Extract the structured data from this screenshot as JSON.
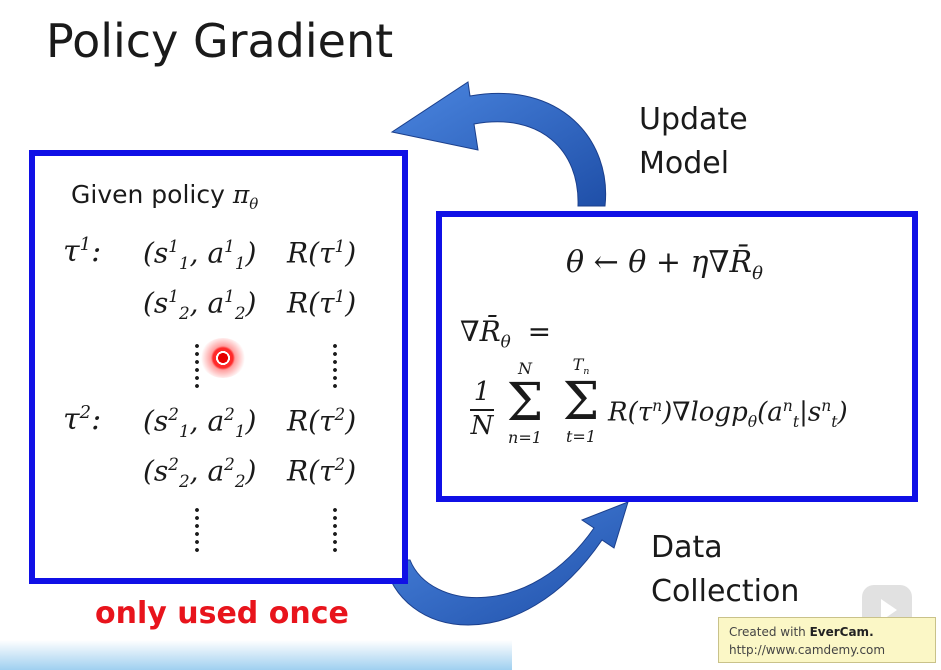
{
  "title": "Policy Gradient",
  "left_box": {
    "given": "Given policy",
    "given_symbol": "π",
    "given_sub": "θ",
    "rows": [
      {
        "traj": "τ",
        "traj_sup": "1",
        "s_sup": "1",
        "s_sub": "1",
        "a_sup": "1",
        "a_sub": "1",
        "r": "R(τ",
        "r_sup": "1"
      },
      {
        "traj": "",
        "traj_sup": "",
        "s_sup": "1",
        "s_sub": "2",
        "a_sup": "1",
        "a_sub": "2",
        "r": "R(τ",
        "r_sup": "1"
      },
      {
        "traj": "τ",
        "traj_sup": "2",
        "s_sup": "2",
        "s_sub": "1",
        "a_sup": "2",
        "a_sub": "1",
        "r": "R(τ",
        "r_sup": "2"
      },
      {
        "traj": "",
        "traj_sup": "",
        "s_sup": "2",
        "s_sub": "2",
        "a_sup": "2",
        "a_sub": "2",
        "r": "R(τ",
        "r_sup": "2"
      }
    ]
  },
  "right_box": {
    "update_rule": "θ ← θ + η∇",
    "rbar": "R̄",
    "rbar_sub": "θ",
    "grad_lhs": "∇",
    "equals": "=",
    "frac_num": "1",
    "frac_den": "N",
    "sum1_top": "N",
    "sum1_bottom": "n=1",
    "sum2_top": "T",
    "sum2_top_sub": "n",
    "sum2_bottom": "t=1",
    "summand": "R(τ",
    "summand_sup": "n",
    "summand_rest": ")∇logp",
    "summand_sub": "θ",
    "summand_arg": "(a",
    "arg_sup": "n",
    "arg_sub": "t",
    "arg_sep": "|s",
    "arg2_sup": "n",
    "arg2_sub": "t",
    "close": ")",
    "sigma": "Σ"
  },
  "labels": {
    "update_line1": "Update",
    "update_line2": "Model",
    "data_line1": "Data",
    "data_line2": "Collection",
    "warning": "only used once"
  },
  "watermark": {
    "line1_prefix": "Created with ",
    "line1_brand": "EverCam.",
    "line2": "http://www.camdemy.com"
  },
  "colors": {
    "box_border": "#1010e6",
    "arrow": "#2f67c7",
    "warning": "#e8141c"
  }
}
